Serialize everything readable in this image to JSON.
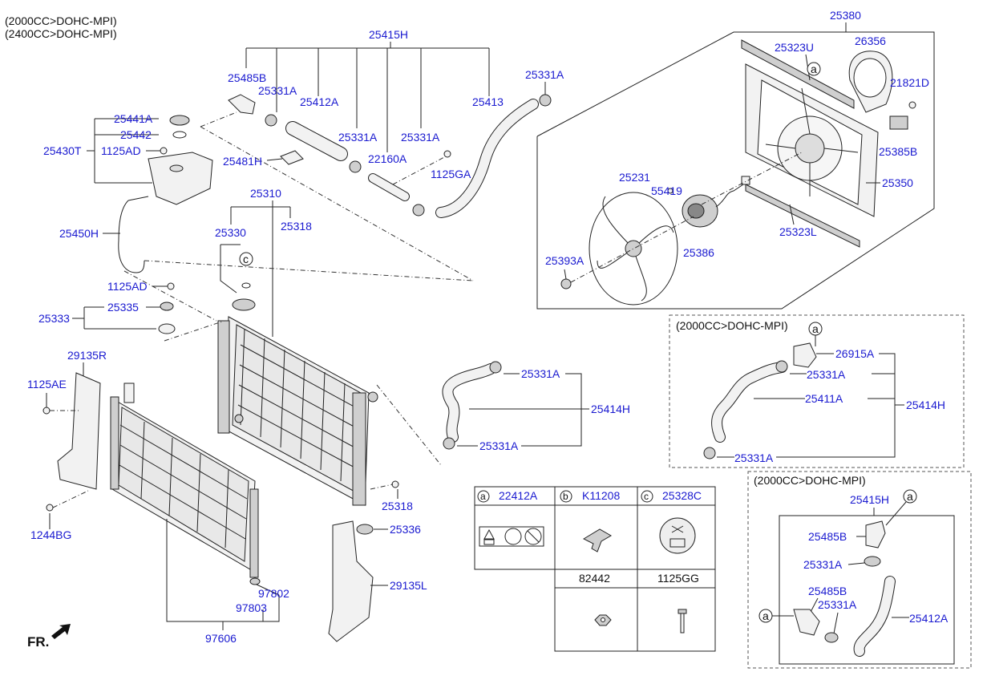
{
  "header": {
    "line1": "(2000CC>DOHC-MPI)",
    "line2": "(2400CC>DOHC-MPI)"
  },
  "labels": {
    "p25380": "25380",
    "p25323U": "25323U",
    "p26356": "26356",
    "p21821D": "21821D",
    "p25385B": "25385B",
    "p25350": "25350",
    "p25231": "25231",
    "p55419": "55419",
    "p25386": "25386",
    "p25323L": "25323L",
    "p25393A": "25393A",
    "p25415H": "25415H",
    "p25485B": "25485B",
    "p25331A_1": "25331A",
    "p25412A": "25412A",
    "p25413": "25413",
    "p25331A_2": "25331A",
    "p25331A_3": "25331A",
    "p25331A_4": "25331A",
    "p22160A": "22160A",
    "p1125GA": "1125GA",
    "p25481H": "25481H",
    "p25441A": "25441A",
    "p25442": "25442",
    "p25430T": "25430T",
    "p1125AD_1": "1125AD",
    "p25450H": "25450H",
    "p25310": "25310",
    "p25318_1": "25318",
    "p25330": "25330",
    "p1125AD_2": "1125AD",
    "p25335": "25335",
    "p25333": "25333",
    "p29135R": "29135R",
    "p1125AE": "1125AE",
    "p1244BG": "1244BG",
    "p25331A_5": "25331A",
    "p25414H": "25414H",
    "p25331A_6": "25331A",
    "p25318_2": "25318",
    "p25336": "25336",
    "p29135L": "29135L",
    "p97802": "97802",
    "p97803": "97803",
    "p97606": "97606",
    "p26915A": "26915A",
    "p25331A_7": "25331A",
    "p25411A": "25411A",
    "p25414H_2": "25414H",
    "p25331A_8": "25331A",
    "p25415H_2": "25415H",
    "p25485B_2": "25485B",
    "p25331A_9": "25331A",
    "p25485B_3": "25485B",
    "p25331A_10": "25331A",
    "p25412A_2": "25412A"
  },
  "callouts": {
    "a": "a",
    "b": "b",
    "c": "c"
  },
  "inset1": {
    "title": "(2000CC>DOHC-MPI)"
  },
  "inset2": {
    "title": "(2000CC>DOHC-MPI)"
  },
  "table": {
    "cells": [
      {
        "letter": "a",
        "part": "22412A"
      },
      {
        "letter": "b",
        "part": "K11208"
      },
      {
        "letter": "c",
        "part": "25328C"
      }
    ],
    "lower": [
      "82442",
      "1125GG"
    ]
  },
  "fr": "FR."
}
